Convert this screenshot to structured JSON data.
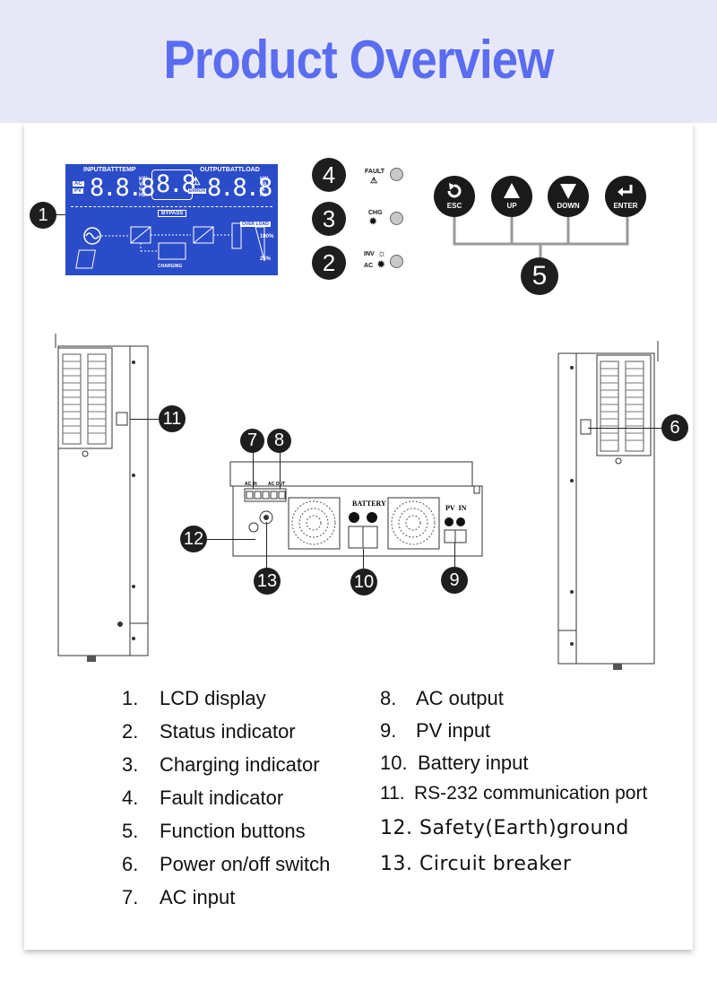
{
  "title": "Product Overview",
  "lcd": {
    "input_label": "INPUTBATTTEMP",
    "output_label": "OUTPUTBATTLOAD",
    "ac": "AC",
    "pv": "PV",
    "digits_left": "8.8.8",
    "digits_mid": "8.8",
    "digits_right": "8.8.8",
    "units_left": "kW VA % Hz",
    "units_right": "kW VA % Hz",
    "error": "ERROR",
    "bypass": "BYPASS",
    "over_load": "OVER LOAD",
    "charging": "CHARGING",
    "pct100": "100%",
    "pct25": "25%"
  },
  "indicators": [
    {
      "num": "4",
      "label": "FAULT"
    },
    {
      "num": "3",
      "label": "CHG"
    },
    {
      "num": "2",
      "label_top": "INV",
      "label_bottom": "AC"
    }
  ],
  "buttons": [
    {
      "label": "ESC",
      "icon": "refresh-icon"
    },
    {
      "label": "UP",
      "icon": "triangle-up-icon"
    },
    {
      "label": "DOWN",
      "icon": "triangle-down-icon"
    },
    {
      "label": "ENTER",
      "icon": "enter-icon"
    }
  ],
  "callouts": {
    "n1": "1",
    "n5": "5",
    "n6": "6",
    "n7": "7",
    "n8": "8",
    "n9": "9",
    "n10": "10",
    "n11": "11",
    "n12": "12",
    "n13": "13"
  },
  "bottom_panel": {
    "battery": "BATTERY",
    "pv_in": "PV  IN",
    "ac_in": "AC IN",
    "ac_out": "AC OUT"
  },
  "legend_left": [
    {
      "n": "1.",
      "text": "LCD display"
    },
    {
      "n": "2.",
      "text": "Status indicator"
    },
    {
      "n": "3.",
      "text": "Charging indicator"
    },
    {
      "n": "4.",
      "text": "Fault indicator"
    },
    {
      "n": "5.",
      "text": "Function buttons"
    },
    {
      "n": "6.",
      "text": "Power on/off switch"
    },
    {
      "n": "7.",
      "text": "AC input"
    }
  ],
  "legend_right": [
    {
      "n": "8.",
      "text": "AC output"
    },
    {
      "n": "9.",
      "text": "PV input"
    },
    {
      "n": "10.",
      "text": "Battery input"
    },
    {
      "n": "11.",
      "text": "RS-232 communication port"
    },
    {
      "n": "12.",
      "text": "Safety(Earth)ground"
    },
    {
      "n": "13.",
      "text": "Circuit breaker"
    }
  ]
}
